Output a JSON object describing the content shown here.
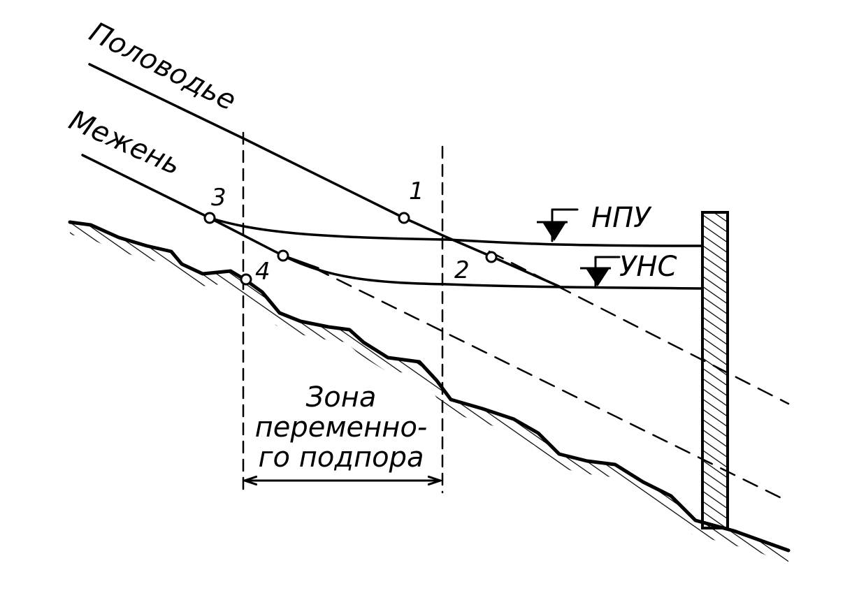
{
  "labels": {
    "flood": "Половодье",
    "lowwater": "Межень",
    "npu": "НПУ",
    "uns": "УНС",
    "zone_line1": "Зона",
    "zone_line2": "переменно-",
    "zone_line3": "го подпора"
  },
  "points": {
    "p1": "1",
    "p2": "2",
    "p3": "3",
    "p4": "4"
  },
  "colors": {
    "ink": "#000000",
    "paper": "#ffffff"
  }
}
